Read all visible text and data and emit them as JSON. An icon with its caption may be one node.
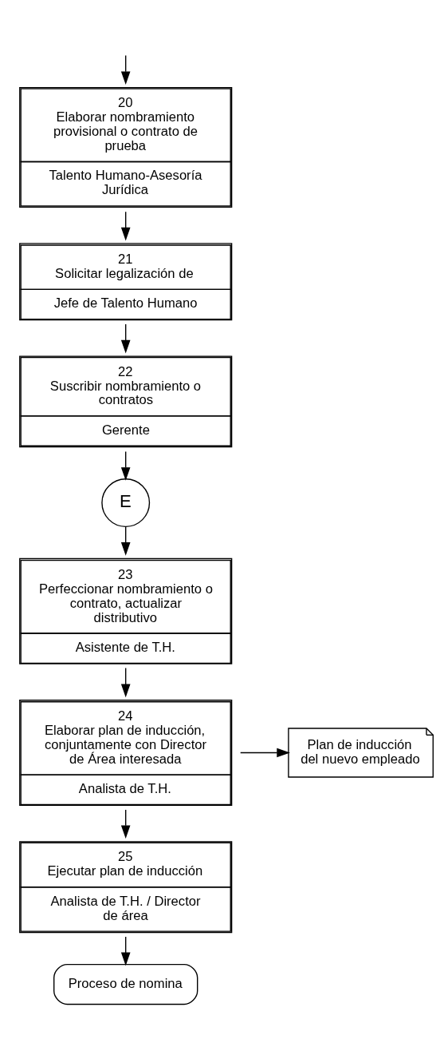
{
  "diagram": {
    "nodes": [
      {
        "text": [
          "20",
          "Elaborar nombramiento provisional o contrato de prueba",
          "Talento Humano-Asesoría Jurídica"
        ]
      },
      {
        "text": [
          "21",
          "Solicitar legalización de",
          "Jefe de Talento Humano"
        ]
      },
      {
        "text": [
          "22",
          "Suscribir nombramiento o contratos",
          "Gerente"
        ]
      },
      {
        "text": [
          "E"
        ]
      },
      {
        "text": [
          "23",
          "Perfeccionar nombramiento o contrato, actualizar distributivo",
          "Asistente de T.H."
        ]
      },
      {
        "text": [
          "24",
          "Elaborar plan de inducción, conjuntamente con Director de Área interesada",
          "Analista de T.H."
        ]
      },
      {
        "text": [
          "Plan de inducción del nuevo empleado"
        ]
      },
      {
        "text": [
          "25",
          "Ejecutar plan de inducción",
          "Analista de T.H. / Director de área"
        ]
      },
      {
        "text": [
          "Proceso de nomina"
        ]
      }
    ],
    "edges": [
      {
        "from": null,
        "to": 0,
        "arrow": "to"
      },
      {
        "from": 0,
        "to": 1,
        "arrow": "to"
      },
      {
        "from": 1,
        "to": 2,
        "arrow": "to"
      },
      {
        "from": 2,
        "to": 3,
        "arrow": "to"
      },
      {
        "from": 3,
        "to": 4,
        "arrow": "to"
      },
      {
        "from": 4,
        "to": 5,
        "arrow": "to"
      },
      {
        "from": 5,
        "to": 6,
        "arrow": "to"
      },
      {
        "from": 5,
        "to": 7,
        "arrow": "to"
      },
      {
        "from": 7,
        "to": 8,
        "arrow": "to"
      }
    ]
  }
}
